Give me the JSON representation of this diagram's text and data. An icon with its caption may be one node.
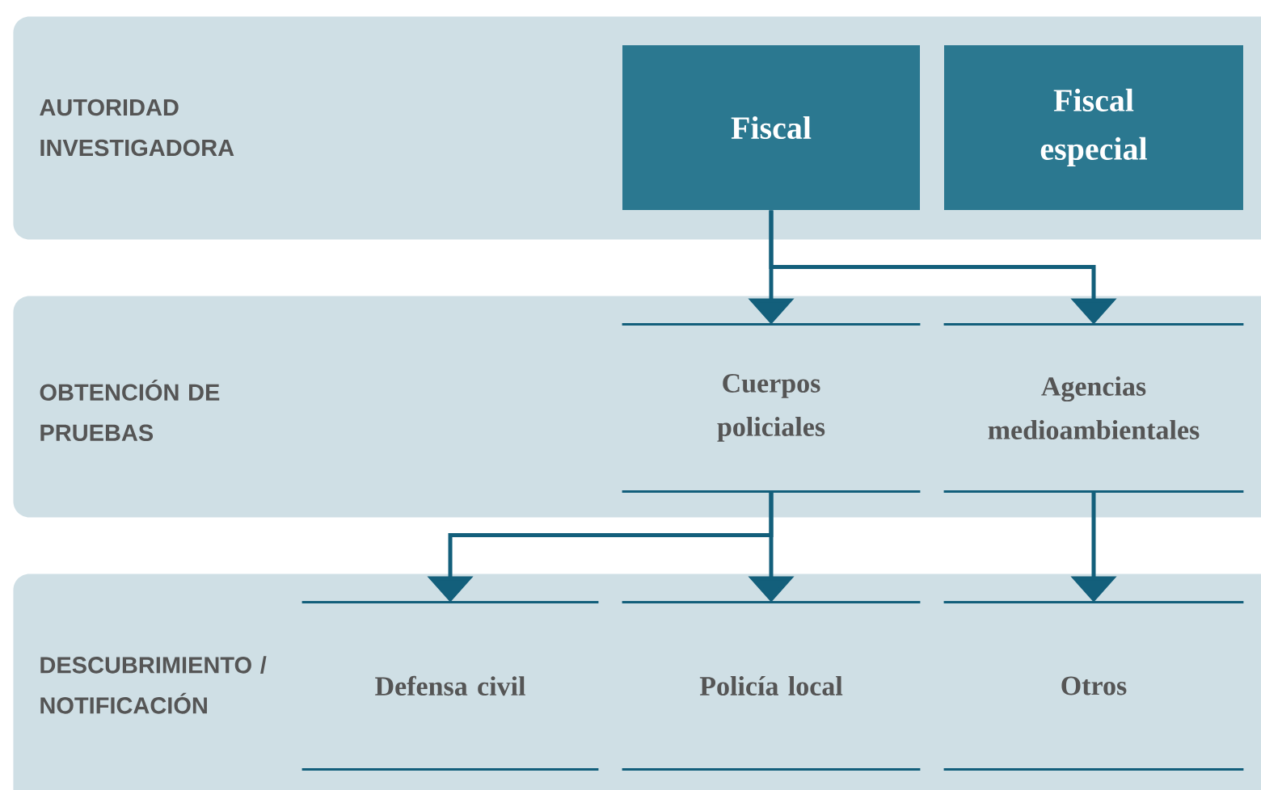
{
  "diagram": {
    "nodes": [
      {
        "text": [
          "AUTORIDAD INVESTIGADORA"
        ]
      },
      {
        "text": [
          "OBTENCIÓN DE PRUEBAS"
        ]
      },
      {
        "text": [
          "DESCUBRIMIENTO / NOTIFICACIÓN"
        ]
      },
      {
        "text": [
          "Fiscal"
        ],
        "in": 0
      },
      {
        "text": [
          "Fiscal especial"
        ],
        "in": 0
      },
      {
        "text": [
          "Cuerpos policiales"
        ],
        "in": 1
      },
      {
        "text": [
          "Agencias medioambientales"
        ],
        "in": 1
      },
      {
        "text": [
          "Defensa civil"
        ],
        "in": 2
      },
      {
        "text": [
          "Policía local"
        ],
        "in": 2
      },
      {
        "text": [
          "Otros"
        ],
        "in": 2
      }
    ],
    "edges": [
      {
        "from": 3,
        "to": 5,
        "arrow": "to"
      },
      {
        "from": 3,
        "to": 6,
        "arrow": "to"
      },
      {
        "from": 5,
        "to": 7,
        "arrow": "to"
      },
      {
        "from": 5,
        "to": 8,
        "arrow": "to"
      },
      {
        "from": 6,
        "to": 9,
        "arrow": "to"
      }
    ]
  }
}
